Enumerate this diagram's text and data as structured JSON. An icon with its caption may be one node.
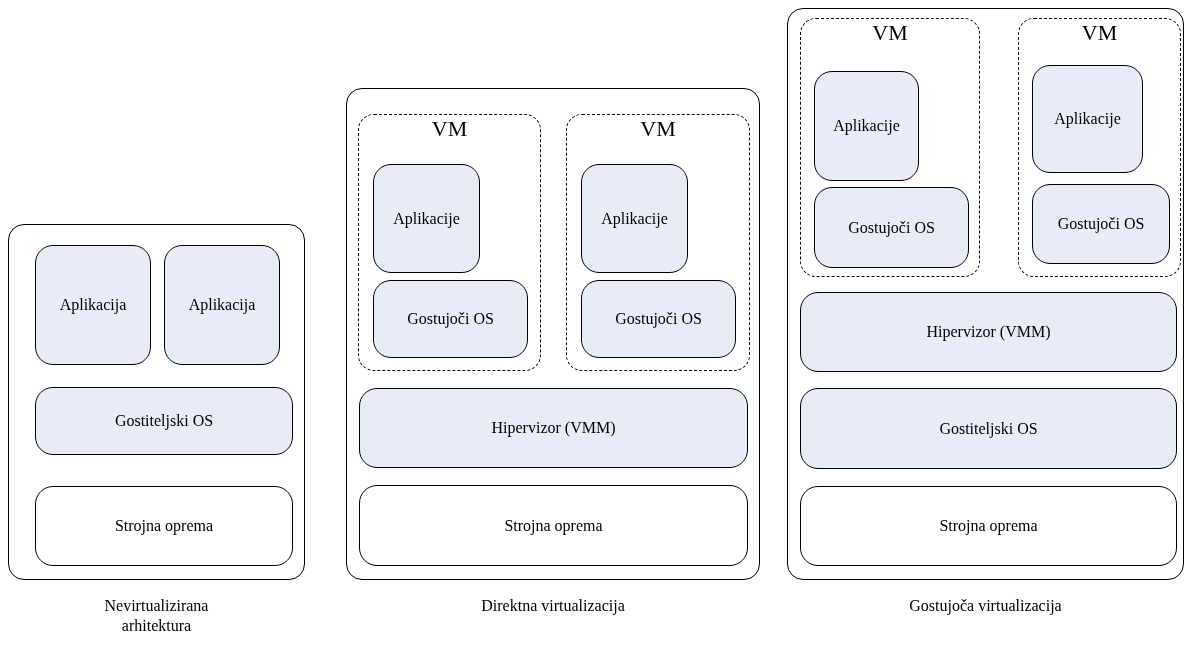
{
  "diagram": {
    "nodes": [
      {
        "text": [
          "Nevirtualizirana arhitektura"
        ]
      },
      {
        "text": [
          "Aplikacija"
        ],
        "in": 0
      },
      {
        "text": [
          "Aplikacija"
        ],
        "in": 0
      },
      {
        "text": [
          "Gostiteljski OS"
        ],
        "in": 0
      },
      {
        "text": [
          "Strojna oprema"
        ],
        "in": 0
      },
      {
        "text": [
          "Direktna virtualizacija"
        ]
      },
      {
        "text": [
          "VM"
        ],
        "in": 5
      },
      {
        "text": [
          "Aplikacije"
        ],
        "in": 6
      },
      {
        "text": [
          "Gostujoči OS"
        ],
        "in": 6
      },
      {
        "text": [
          "VM"
        ],
        "in": 5
      },
      {
        "text": [
          "Aplikacije"
        ],
        "in": 9
      },
      {
        "text": [
          "Gostujoči OS"
        ],
        "in": 9
      },
      {
        "text": [
          "Hipervizor (VMM)"
        ],
        "in": 5
      },
      {
        "text": [
          "Strojna oprema"
        ],
        "in": 5
      },
      {
        "text": [
          "Gostujoča virtualizacija"
        ]
      },
      {
        "text": [
          "VM"
        ],
        "in": 14
      },
      {
        "text": [
          "Aplikacije"
        ],
        "in": 15
      },
      {
        "text": [
          "Gostujoči OS"
        ],
        "in": 15
      },
      {
        "text": [
          "VM"
        ],
        "in": 14
      },
      {
        "text": [
          "Aplikacije"
        ],
        "in": 18
      },
      {
        "text": [
          "Gostujoči OS"
        ],
        "in": 18
      },
      {
        "text": [
          "Hipervizor (VMM)"
        ],
        "in": 14
      },
      {
        "text": [
          "Gostiteljski OS"
        ],
        "in": 14
      },
      {
        "text": [
          "Strojna oprema"
        ],
        "in": 14
      }
    ],
    "edges": []
  }
}
